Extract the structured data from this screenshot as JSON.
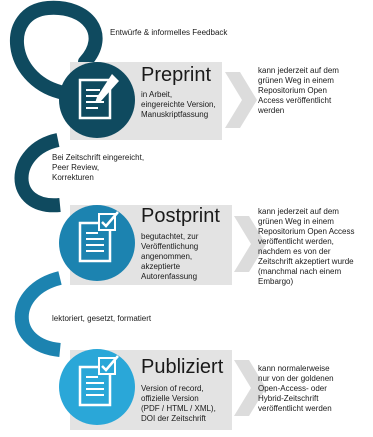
{
  "transitions": {
    "t1": "Entwürfe & informelles Feedback",
    "t2": [
      "Bei Zeitschrift eingereicht,",
      "Peer Review,",
      "Korrekturen"
    ],
    "t3": "lektoriert, gesetzt, formatiert"
  },
  "stages": [
    {
      "title": "Preprint",
      "desc": [
        "in Arbeit,",
        "eingereichte Version,",
        "Manuskriptfassung"
      ],
      "note": [
        "kann jederzeit auf dem",
        "grünen Weg in einem",
        "Repositorium Open",
        "Access veröffentlicht",
        "werden"
      ],
      "icon": "document-edit-icon"
    },
    {
      "title": "Postprint",
      "desc": [
        "begutachtet, zur",
        "Veröffentlichung",
        "angenommen,",
        "akzeptierte",
        "Autorenfassung"
      ],
      "note": [
        "kann jederzeit auf dem",
        "grünen Weg in einem",
        "Repositorium Open Access",
        "veröffentlicht werden,",
        "nachdem es von der",
        "Zeitschrift akzeptiert wurde",
        "(manchmal nach einem",
        "Embargo)"
      ],
      "icon": "document-check-icon"
    },
    {
      "title": "Publiziert",
      "desc": [
        "Version of record,",
        "offizielle Version",
        "(PDF / HTML / XML),",
        "DOI der Zeitschrift"
      ],
      "note": [
        "kann normalerweise",
        "nur von der goldenen",
        "Open-Access- oder",
        "Hybrid-Zeitschrift",
        "veröffentlicht werden"
      ],
      "icon": "document-check-icon"
    }
  ],
  "colors": {
    "dark_teal": "#0f4a5f",
    "mid_blue": "#1c83b0",
    "light_blue": "#2aa7d8",
    "band_gray": "#e3e3e3",
    "arrow_gray": "#dcdcdc"
  }
}
